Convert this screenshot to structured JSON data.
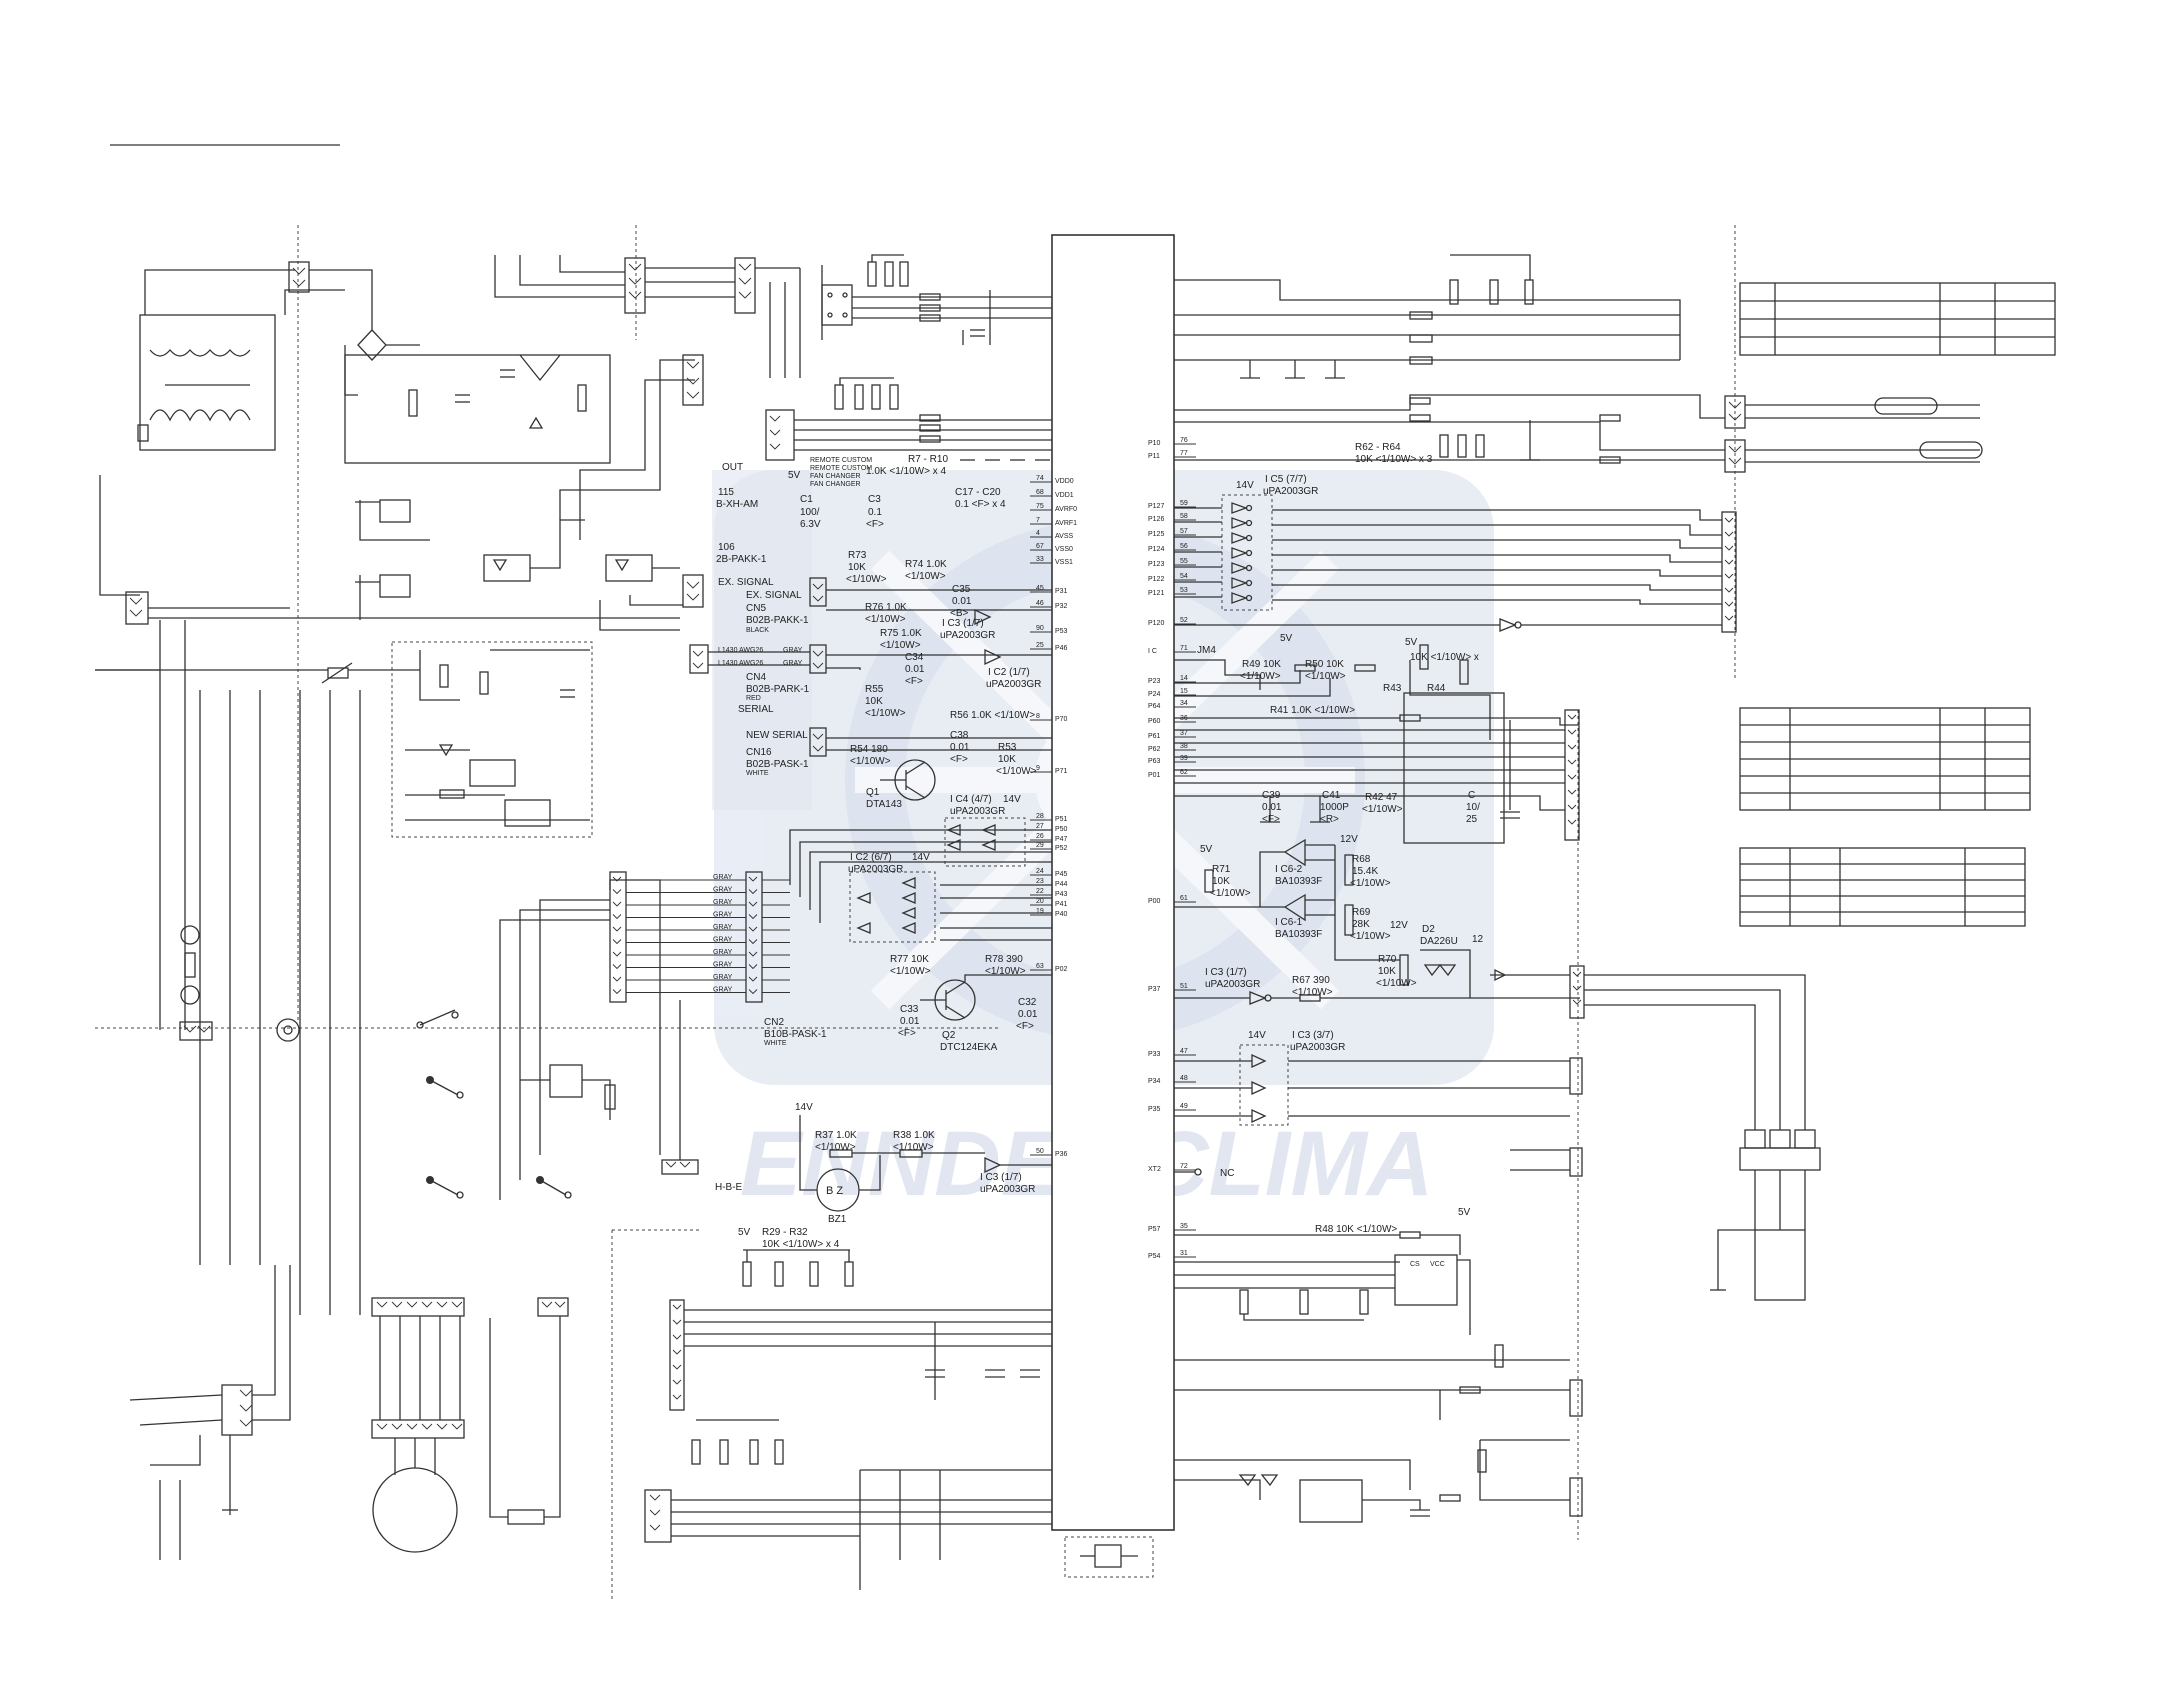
{
  "watermark": {
    "brand": "ENNDEL CLIMA",
    "color": "#c9d3e4"
  },
  "mcu": {
    "left_pins": [
      {
        "num": "74",
        "name": "VDD0"
      },
      {
        "num": "68",
        "name": "VDD1"
      },
      {
        "num": "75",
        "name": "AVRF0"
      },
      {
        "num": "7",
        "name": "AVRF1"
      },
      {
        "num": "4",
        "name": "AVSS"
      },
      {
        "num": "67",
        "name": "VSS0"
      },
      {
        "num": "33",
        "name": "VSS1"
      },
      {
        "num": "45",
        "name": "P31"
      },
      {
        "num": "46",
        "name": "P32"
      },
      {
        "num": "90",
        "name": "P53"
      },
      {
        "num": "25",
        "name": "P46"
      },
      {
        "num": "8",
        "name": "P70"
      },
      {
        "num": "9",
        "name": "P71"
      },
      {
        "num": "28",
        "name": "P51"
      },
      {
        "num": "27",
        "name": "P50"
      },
      {
        "num": "26",
        "name": "P47"
      },
      {
        "num": "29",
        "name": "P52"
      },
      {
        "num": "24",
        "name": "P45"
      },
      {
        "num": "23",
        "name": "P44"
      },
      {
        "num": "22",
        "name": "P43"
      },
      {
        "num": "20",
        "name": "P41"
      },
      {
        "num": "19",
        "name": "P40"
      },
      {
        "num": "63",
        "name": "P02"
      },
      {
        "num": "50",
        "name": "P36"
      }
    ],
    "right_pins": [
      {
        "num": "76",
        "name": "P10"
      },
      {
        "num": "77",
        "name": "P11"
      },
      {
        "num": "59",
        "name": "P127"
      },
      {
        "num": "58",
        "name": "P126"
      },
      {
        "num": "57",
        "name": "P125"
      },
      {
        "num": "56",
        "name": "P124"
      },
      {
        "num": "55",
        "name": "P123"
      },
      {
        "num": "54",
        "name": "P122"
      },
      {
        "num": "53",
        "name": "P121"
      },
      {
        "num": "52",
        "name": "P120"
      },
      {
        "num": "71",
        "name": "I C"
      },
      {
        "num": "14",
        "name": "P23"
      },
      {
        "num": "15",
        "name": "P24"
      },
      {
        "num": "34",
        "name": "P64"
      },
      {
        "num": "36",
        "name": "P60"
      },
      {
        "num": "37",
        "name": "P61"
      },
      {
        "num": "38",
        "name": "P62"
      },
      {
        "num": "39",
        "name": "P63"
      },
      {
        "num": "62",
        "name": "P01"
      },
      {
        "num": "61",
        "name": "P00"
      },
      {
        "num": "51",
        "name": "P37"
      },
      {
        "num": "47",
        "name": "P33"
      },
      {
        "num": "48",
        "name": "P34"
      },
      {
        "num": "49",
        "name": "P35"
      },
      {
        "num": "72",
        "name": "XT2"
      },
      {
        "num": "35",
        "name": "P57"
      },
      {
        "num": "31",
        "name": "P54"
      }
    ]
  },
  "labels": {
    "out": "OUT",
    "cn115": "115",
    "cn115_type": "B-XH-AM",
    "cn106": "106",
    "cn106_type": "2B-PAKK-1",
    "ex_signal_1": "EX. SIGNAL",
    "ex_signal_2": "EX. SIGNAL",
    "cn5": "CN5",
    "cn5_type": "B02B-PAKK-1",
    "cn5_color": "BLACK",
    "cn4": "CN4",
    "cn4_type": "B02B-PARK-1",
    "cn4_color": "RED",
    "serial": "SERIAL",
    "new_serial": "NEW SERIAL",
    "cn16": "CN16",
    "cn16_type": "B02B-PASK-1",
    "cn16_color": "WHITE",
    "cn2": "CN2",
    "cn2_type": "B10B-PASK-1",
    "cn2_color": "WHITE",
    "wire_1": "L1430  AWG26",
    "wire_2": "L1430  AWG26",
    "gray": "GRAY",
    "remote_1": "REMOTE CUSTOM",
    "remote_2": "REMOTE CUSTOM",
    "fan_1": "FAN CHANGER",
    "fan_2": "FAN CHANGER",
    "r7_r10": "R7 - R10",
    "r7_r10_val": "1.0K <1/10W> x 4",
    "v5_a": "5V",
    "c1": "C1",
    "c1_v1": "100/",
    "c1_v2": "6.3V",
    "c3": "C3",
    "c3_val": "0.1",
    "f_tag": "<F>",
    "c17_c20": "C17 - C20",
    "c17_c20_val": "0.1 <F> x 4",
    "r73": "R73",
    "r73_val": "10K",
    "r73_w": "<1/10W>",
    "r74": "R74  1.0K",
    "r74_w": "<1/10W>",
    "c35": "C35",
    "c35_val": "0.01",
    "c35_t": "<B>",
    "r76": "R76  1.0K",
    "r76_w": "<1/10W>",
    "ic3_17a": "I C3 (1/7)",
    "upa_1": "uPA2003GR",
    "r75": "R75  1.0K",
    "r75_w": "<1/10W>",
    "c34": "C34",
    "c34_val": "0.01",
    "ic2_17": "I C2 (1/7)",
    "upa_2": "uPA2003GR",
    "r55": "R55",
    "r55_val": "10K",
    "r55_w": "<1/10W>",
    "r56": "R56  1.0K  <1/10W>",
    "c38": "C38",
    "c38_val": "0.01",
    "r53": "R53",
    "r53_val": "10K",
    "r53_w": "<1/10W>",
    "r54": "R54  180",
    "r54_w": "<1/10W>",
    "q1": "Q1",
    "q1_type": "DTA143",
    "ic4": "I C4 (4/7)",
    "upa_3": "uPA2003GR",
    "v14_a": "14V",
    "ic2_67": "I C2 (6/7)",
    "upa_4": "uPA2003GR",
    "r77": "R77  10K",
    "r77_w": "<1/10W>",
    "r78": "R78  390",
    "r78_w": "<1/10W>",
    "c33": "C33",
    "c33_val": "0.01",
    "c32": "C32",
    "c32_val": "0.01",
    "q2": "Q2",
    "q2_type": "DTC124EKA",
    "r37": "R37  1.0K",
    "r37_w": "<1/10W>",
    "r38": "R38  1.0K",
    "r38_w": "<1/10W>",
    "ic3_17b": "I C3 (1/7)",
    "upa_5": "uPA2003GR",
    "bz": "B Z",
    "bz1": "BZ1",
    "hbe": "H-B-E",
    "r29_r32": "R29 - R32",
    "r29_r32_val": "10K <1/10W> x 4",
    "v14_b": "14V",
    "v14_c": "14V",
    "ic5": "I C5 (7/7)",
    "upa_6": "uPA2003GR",
    "r62_r64": "R62 - R64",
    "r62_r64_val": "10K <1/10W> x 3",
    "jm4": "JM4",
    "r49": "R49  10K",
    "r49_w": "<1/10W>",
    "r50": "R50  10K",
    "r50_w": "<1/10W>",
    "v5_b": "5V",
    "v5_c": "5V",
    "r_10k_x": "10K <1/10W> x",
    "r43": "R43",
    "r44": "R44",
    "r41": "R41  1.0K  <1/10W>",
    "c39": "C39",
    "c39_val": "0.01",
    "c41": "C41",
    "c41_val": "1000P",
    "r_tag": "<R>",
    "r42": "R42  47",
    "r42_w": "<1/10W>",
    "c_big": "C",
    "c_big_1": "10/",
    "c_big_2": "25",
    "r71": "R71",
    "r71_val": "10K",
    "r71_w": "<1/10W>",
    "ic6_2": "I C6-2",
    "ba_1": "BA10393F",
    "v12_a": "12V",
    "r68": "R68",
    "r68_val": "15.4K",
    "r68_w": "<1/10W>",
    "ic6_1": "I C6-1",
    "ba_2": "BA10393F",
    "r69": "R69",
    "r69_val": "28K",
    "r69_w": "<1/10W>",
    "v12_b": "12V",
    "r70": "R70",
    "r70_val": "10K",
    "r70_w": "<1/10W>",
    "d2": "D2",
    "d2_type": "DA226U",
    "v12_c": "12",
    "ic3_17c": "I C3 (1/7)",
    "upa_7": "uPA2003GR",
    "r67": "R67  390",
    "r67_w": "<1/10W>",
    "ic3_37": "I C3 (3/7)",
    "upa_8": "uPA2003GR",
    "nc": "NC",
    "r48": "R48  10K  <1/10W>",
    "cs": "CS",
    "vcc": "VCC"
  }
}
